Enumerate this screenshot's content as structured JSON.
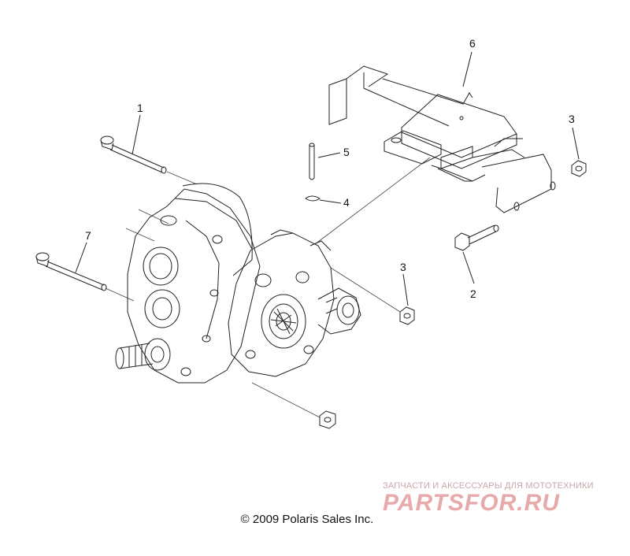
{
  "callouts": {
    "c1": "1",
    "c2": "2",
    "c3a": "3",
    "c3b": "3",
    "c4": "4",
    "c5": "5",
    "c6": "6",
    "c7": "7"
  },
  "copyright": "© 2009 Polaris Sales Inc.",
  "watermark": {
    "tagline": "ЗАПЧАСТИ И АКСЕССУАРЫ ДЛЯ МОТОТЕХНИКИ",
    "logo": "PARTSFOR.RU"
  },
  "colors": {
    "line": "#222222",
    "watermark": "#e7a9a9"
  }
}
